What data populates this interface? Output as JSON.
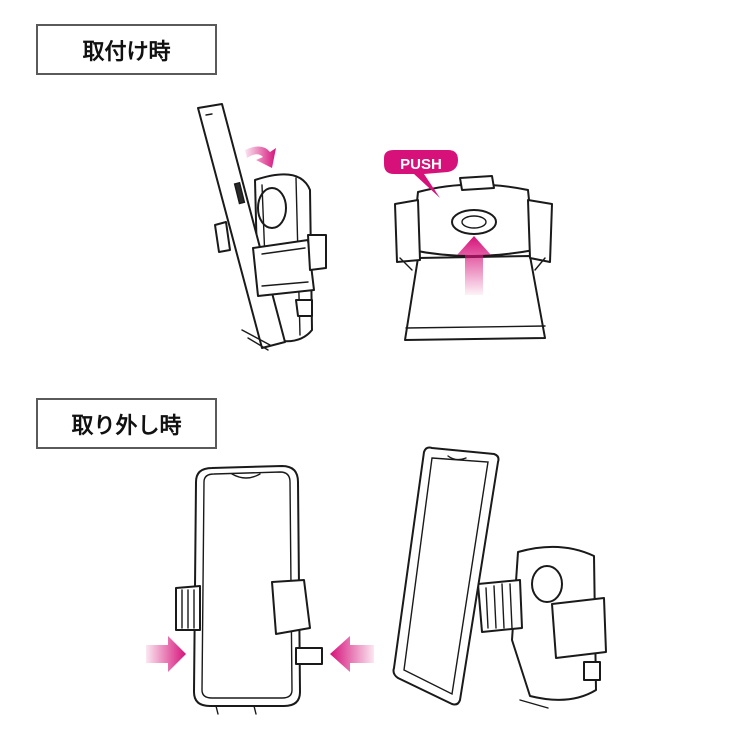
{
  "sections": {
    "attach": {
      "label": "取付け時"
    },
    "remove": {
      "label": "取り外し時"
    }
  },
  "callout": {
    "text": "PUSH"
  },
  "colors": {
    "accent": "#d6127a",
    "line": "#1a1a1a"
  }
}
